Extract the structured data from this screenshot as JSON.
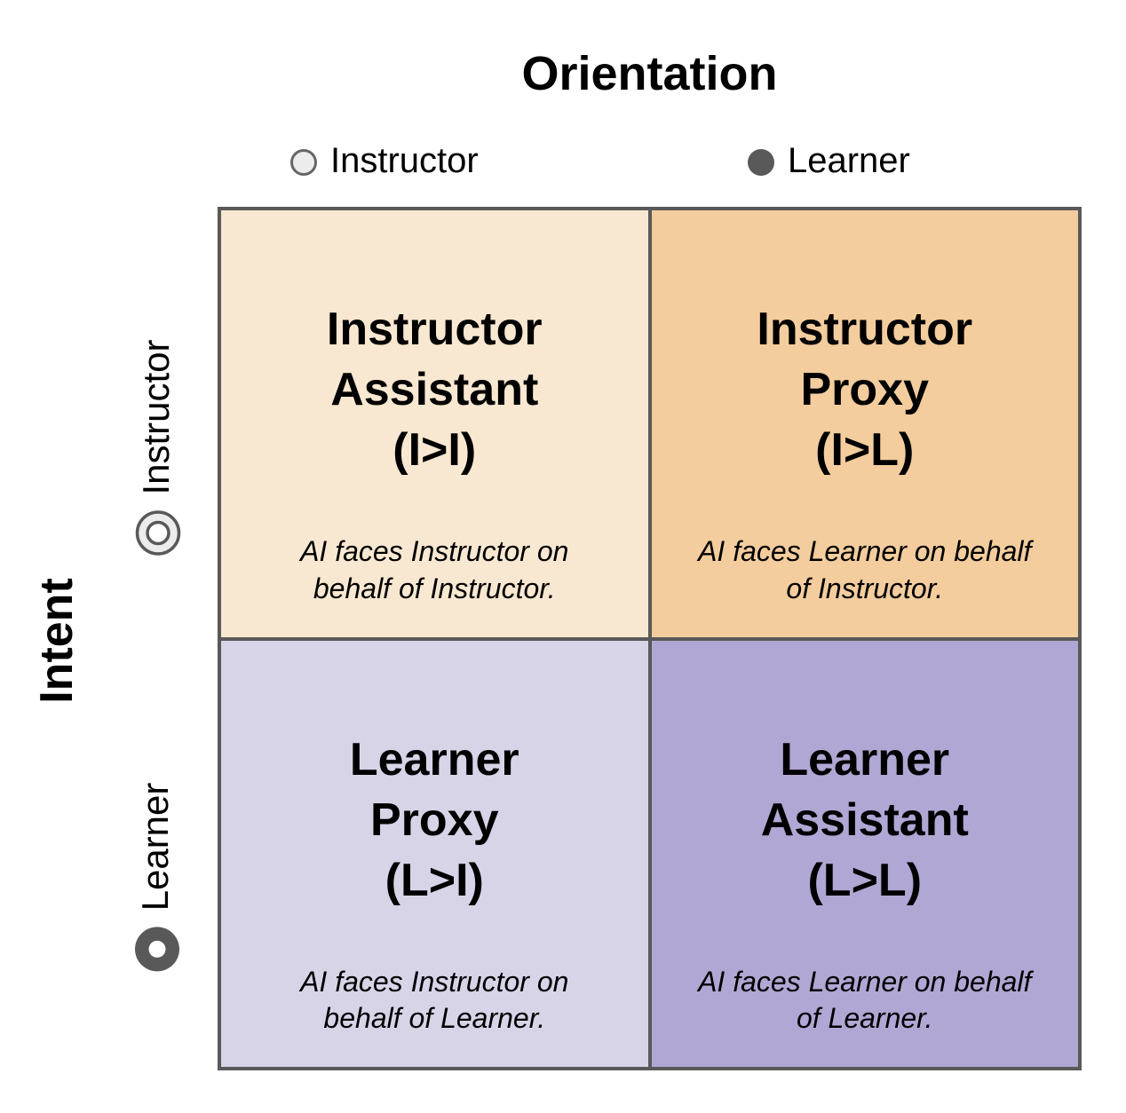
{
  "diagram": {
    "type": "quadrant-matrix",
    "x_axis": {
      "title": "Orientation",
      "categories": [
        {
          "label": "Instructor",
          "icon": "open-circle"
        },
        {
          "label": "Learner",
          "icon": "filled-circle"
        }
      ]
    },
    "y_axis": {
      "title": "Intent",
      "categories": [
        {
          "label": "Instructor",
          "icon": "double-ring-circle"
        },
        {
          "label": "Learner",
          "icon": "thick-ring-circle"
        }
      ]
    },
    "quadrants": [
      {
        "id": "instructor-assistant",
        "title_lines": [
          "Instructor",
          "Assistant",
          "(I>I)"
        ],
        "description": "AI faces Instructor on behalf of Instructor.",
        "bg": "#f9e8d1"
      },
      {
        "id": "instructor-proxy",
        "title_lines": [
          "Instructor",
          "Proxy",
          "(I>L)"
        ],
        "description": "AI faces Learner on behalf of Instructor.",
        "bg": "#f3cd9d"
      },
      {
        "id": "learner-proxy",
        "title_lines": [
          "Learner",
          "Proxy",
          "(L>I)"
        ],
        "description": "AI faces Instructor on behalf of Learner.",
        "bg": "#d8d4e8"
      },
      {
        "id": "learner-assistant",
        "title_lines": [
          "Learner",
          "Assistant",
          "(L>L)"
        ],
        "description": "AI faces Learner on behalf of Learner.",
        "bg": "#b1a7d4"
      }
    ],
    "colors": {
      "grid_line": "#595959",
      "background": "#ffffff",
      "text": "#000000",
      "icon_dark": "#595959",
      "icon_light_fill": "#ececec",
      "icon_stroke": "#666666",
      "icon_hole": "#ffffff"
    }
  }
}
